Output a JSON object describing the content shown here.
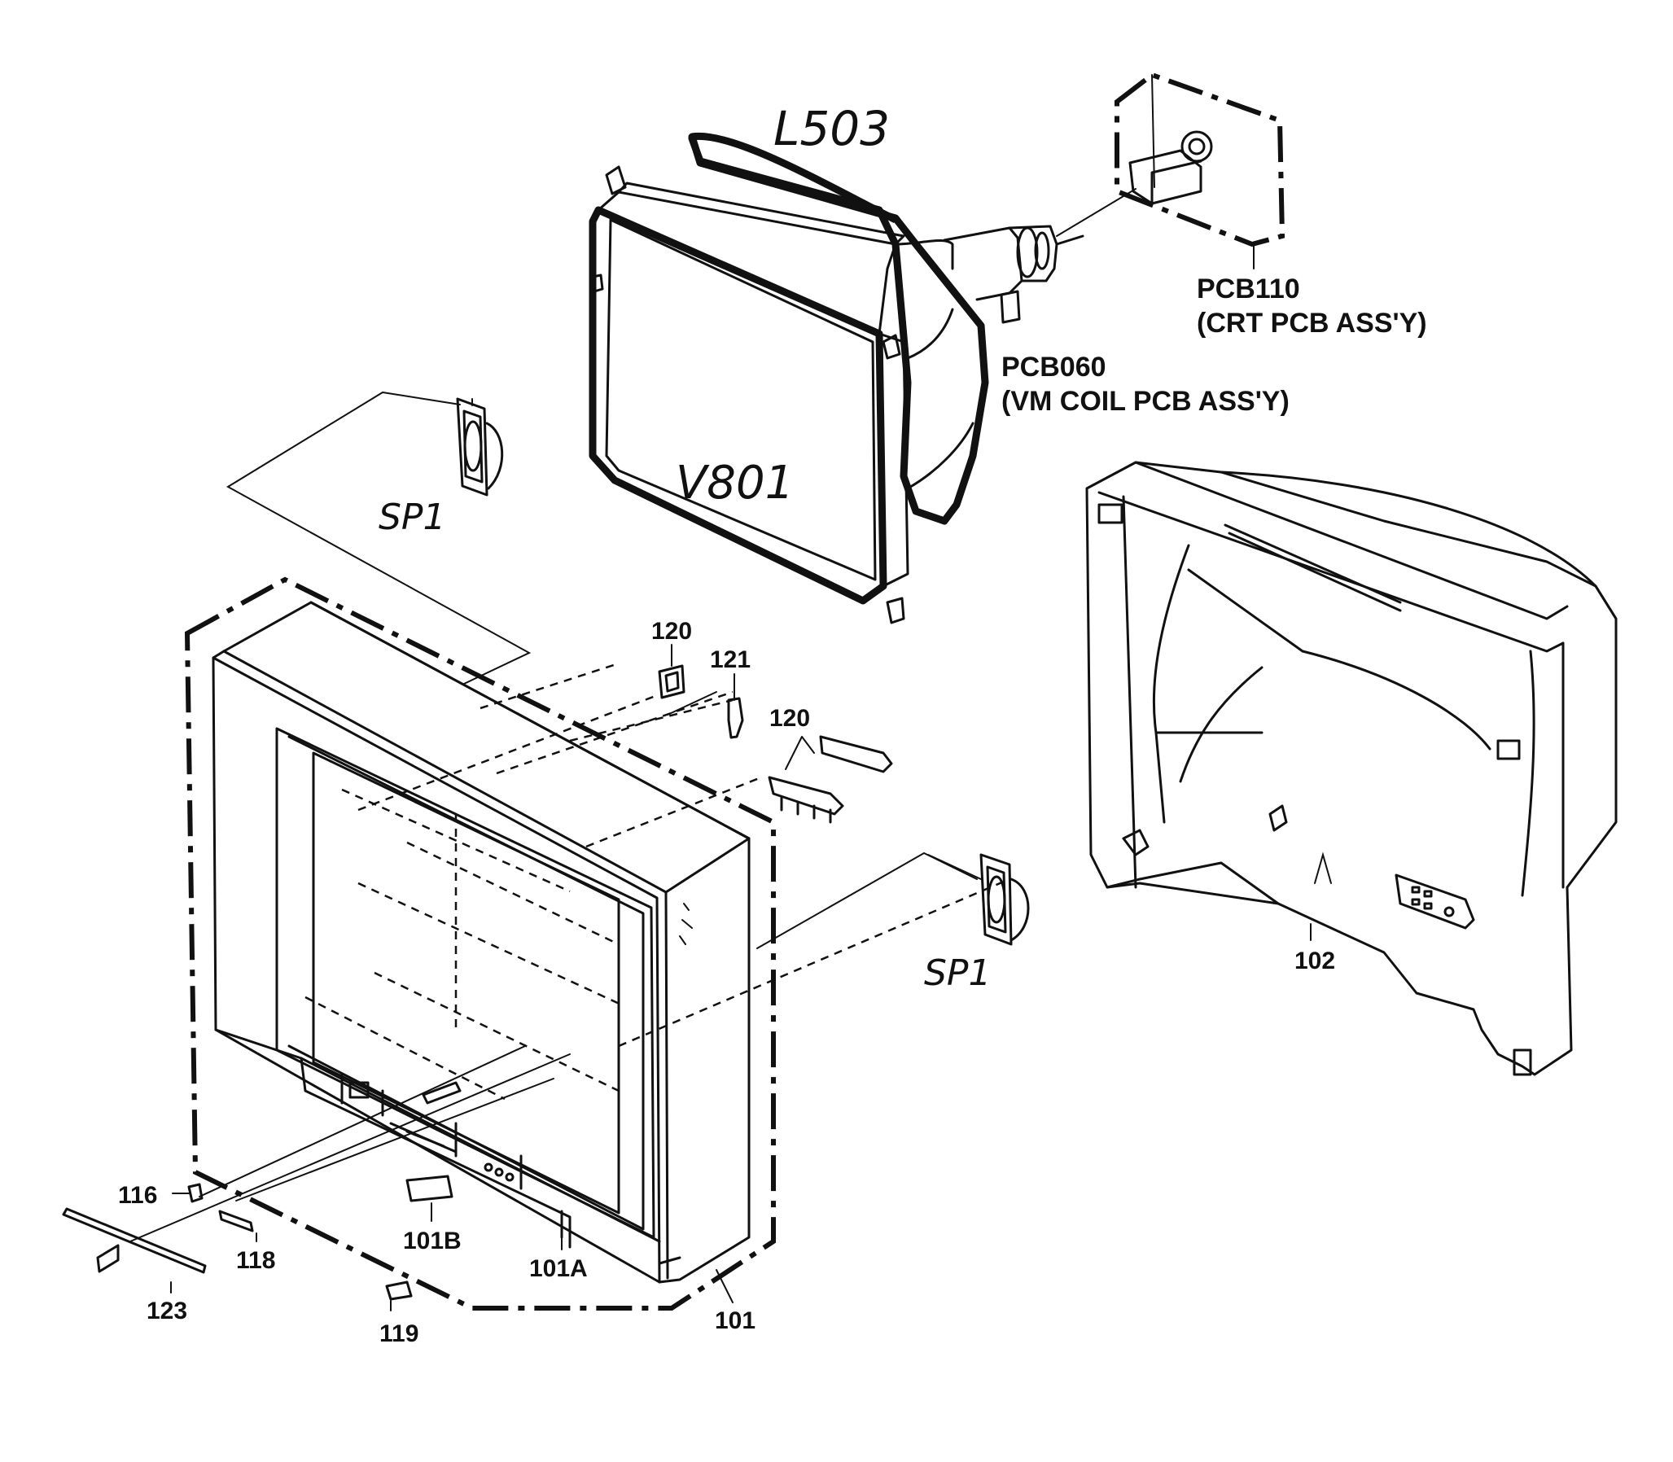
{
  "labels": {
    "l503": "L503",
    "v801": "V801",
    "sp1_top": "SP1",
    "sp1_right": "SP1",
    "pcb110_line1": "PCB110",
    "pcb110_line2": "(CRT PCB ASS'Y)",
    "pcb060_line1": "PCB060",
    "pcb060_line2": "(VM COIL PCB ASS'Y)",
    "p120_top": "120",
    "p121": "121",
    "p120_mid": "120",
    "p102": "102",
    "p116": "116",
    "p118": "118",
    "p123": "123",
    "p101b": "101B",
    "p101a": "101A",
    "p119": "119",
    "p101": "101"
  },
  "colors": {
    "ink": "#111111",
    "paper": "#ffffff"
  }
}
